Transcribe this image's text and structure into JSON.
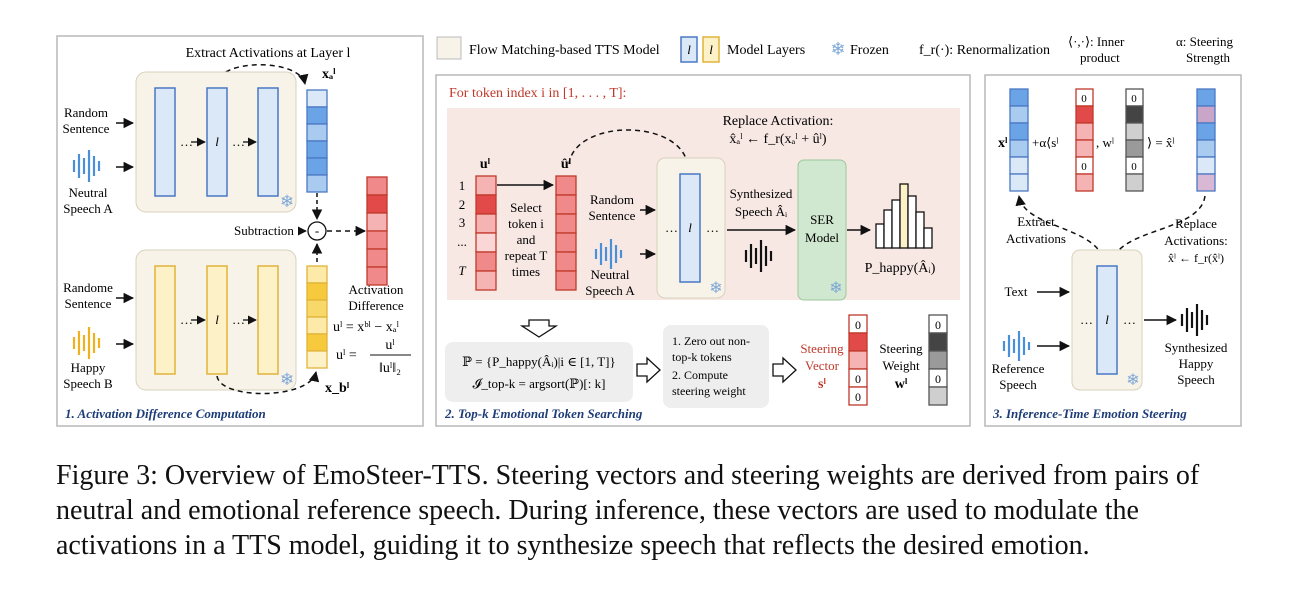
{
  "legend": {
    "flow_model": "Flow Matching-based TTS Model",
    "layer_symbol": "l",
    "model_layers": "Model Layers",
    "frozen": "Frozen",
    "renorm": "f_r(·): Renormalization",
    "inner_product_1": "⟨·,·⟩: Inner",
    "inner_product_2": "product",
    "steering_strength_1": "α: Steering",
    "steering_strength_2": "Strength"
  },
  "panel1": {
    "extract_title": "Extract Activations at Layer l",
    "random_sentence_1": "Random",
    "random_sentence_2": "Sentence",
    "neutral_speech_1": "Neutral",
    "neutral_speech_2": "Speech A",
    "subtraction": "Subtraction",
    "randome_sentence_1": "Randome",
    "randome_sentence_2": "Sentence",
    "happy_speech_1": "Happy",
    "happy_speech_2": "Speech B",
    "activation_difference_1": "Activation",
    "activation_difference_2": "Difference",
    "equation_1": "uˡ = xᵇˡ − xₐˡ",
    "equation_2_num": "uˡ",
    "equation_2_den": "‖uˡ‖₂",
    "equation_2_lhs": "uˡ =",
    "x_a": "xₐˡ",
    "x_b": "x_bˡ",
    "label": "1. Activation Difference Computation"
  },
  "panel2": {
    "token_loop": "For token index i in [1, . . . , T]:",
    "replace_1": "Replace Activation:",
    "replace_2": "x̂ₐˡ ← f_r(xₐˡ + ûˡ)",
    "u": "uˡ",
    "u_hat": "ûˡ",
    "index_labels": [
      "1",
      "2",
      "3",
      "...",
      "T"
    ],
    "select_lines": [
      "Select",
      "token i",
      "and",
      "repeat T",
      "times"
    ],
    "random_sentence_1": "Random",
    "random_sentence_2": "Sentence",
    "neutral_speech_1": "Neutral",
    "neutral_speech_2": "Speech A",
    "synth_1": "Synthesized",
    "synth_2": "Speech Âᵢ",
    "ser_1": "SER",
    "ser_2": "Model",
    "p_happy": "P_happy(Âᵢ)",
    "set_eq": "ℙ = {P_happy(Âᵢ)|i ∈ [1, T]}",
    "topk_eq": "𝓘_top-k = argsort(ℙ)[: k]",
    "steps": [
      "1. Zero out non-",
      "top-k tokens",
      "2. Compute",
      "steering weight"
    ],
    "steering_vector_1": "Steering",
    "steering_vector_2": "Vector",
    "steering_vector_sym": "sˡ",
    "steering_weight_1": "Steering",
    "steering_weight_2": "Weight",
    "steering_weight_sym": "wˡ",
    "zero": "0",
    "label": "2. Top-k Emotional Token Searching"
  },
  "panel3": {
    "x": "xˡ",
    "plus_alpha": "+α⟨sˡ",
    "comma_w": ", wˡ",
    "rangle": "⟩ = x̂ˡ",
    "zero": "0",
    "extract_1": "Extract",
    "extract_2": "Activations",
    "replace_1": "Replace",
    "replace_2": "Activations:",
    "replace_3": "x̂ˡ ← f_r(x̂ˡ)",
    "text": "Text",
    "reference_1": "Reference",
    "reference_2": "Speech",
    "synth_1": "Synthesized",
    "synth_2": "Happy",
    "synth_3": "Speech",
    "label": "3. Inference-Time Emotion Steering"
  },
  "caption": "Figure 3: Overview of EmoSteer-TTS. Steering vectors and steering weights are derived from pairs of neutral and emotional reference speech. During inference, these vectors are used to modulate the activations in a TTS model, guiding it to synthesize speech that reflects the desired emotion.",
  "colors": {
    "blue_fill": "#dbe8f8",
    "blue_edge": "#4a78c4",
    "yellow_fill": "#fdf1c8",
    "yellow_edge": "#e0b43a",
    "red": "#e24a4a",
    "panel_bg": "#f7f3e8",
    "pink_bg": "#f7e8e4",
    "green": "#cfe8cf",
    "panel_label": "#1d3c78",
    "red_text": "#c0392b"
  }
}
